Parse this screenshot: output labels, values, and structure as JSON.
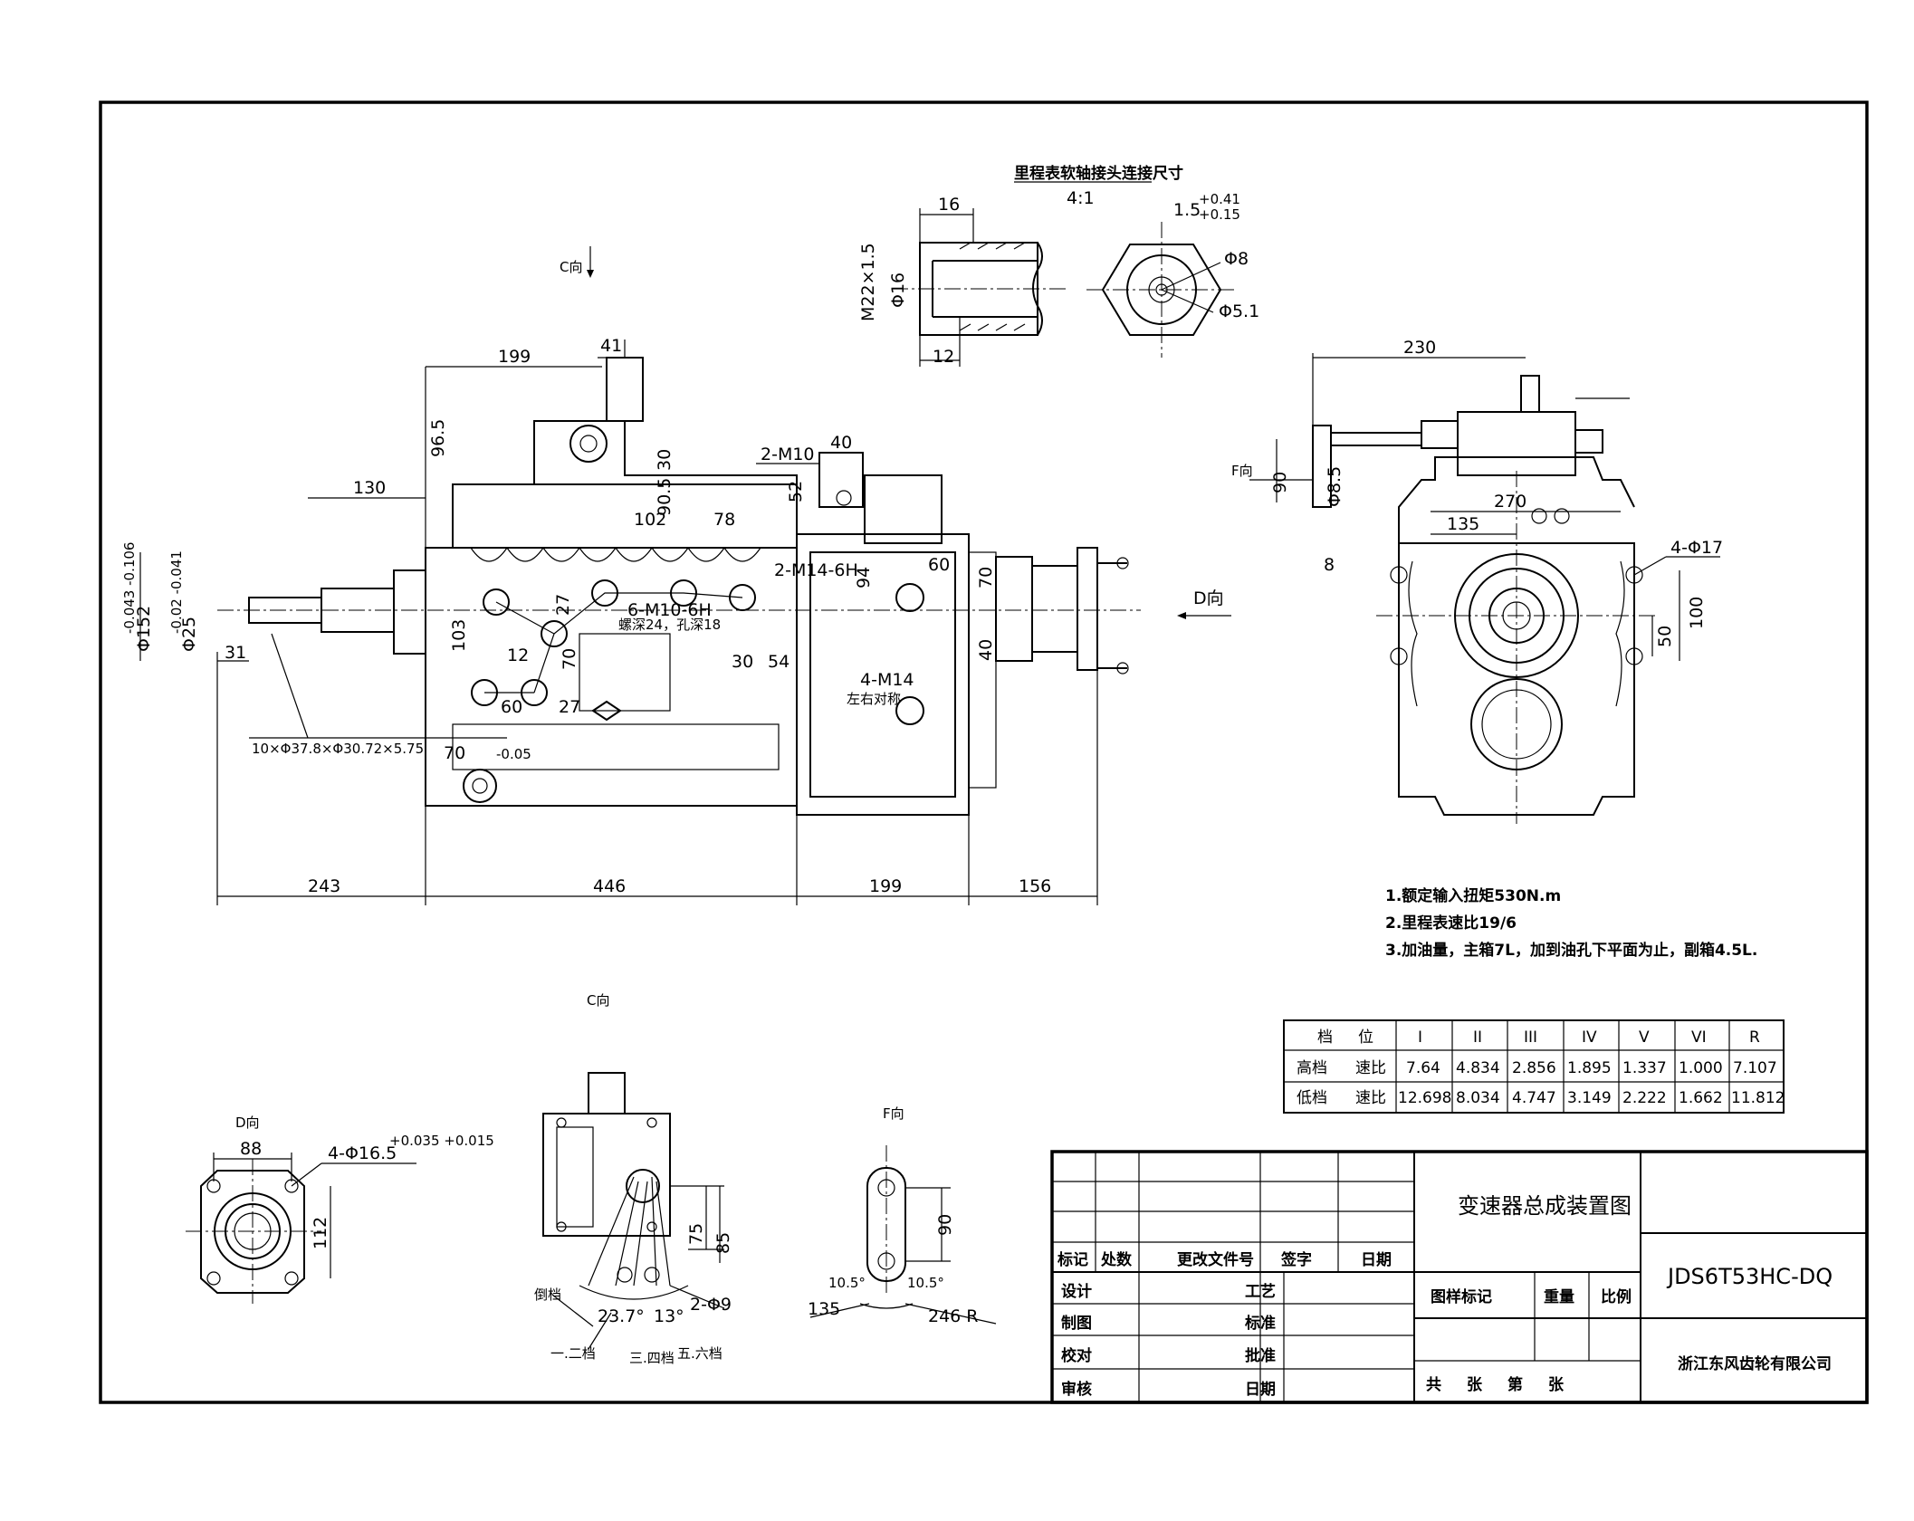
{
  "detail": {
    "title": "里程表软轴接头连接尺寸",
    "scale": "4:1",
    "dims": [
      "16",
      "M22×1.5",
      "Φ16",
      "12",
      "1.5",
      "+0.41",
      "+0.15",
      "Φ8",
      "Φ5.1"
    ]
  },
  "views": {
    "c_top": "C向",
    "c_bottom": "C向",
    "d_arrow": "D向",
    "f_arrow": "F向",
    "d_view": "D向",
    "f_view": "F向"
  },
  "main_dims": {
    "d199_top": "199",
    "d41": "41",
    "d96_5": "96.5",
    "d30": "30",
    "d130": "130",
    "d90_5": "90.5",
    "d102": "102",
    "d78": "78",
    "m10": "2-M10",
    "d40": "40",
    "d52": "52",
    "m14_6h": "2-M14-6H",
    "d94": "94",
    "d60r": "60",
    "d70r": "70",
    "d40r": "40",
    "m10_6h": "6-M10-6H",
    "depth": "螺深24，孔深18",
    "d27a": "27",
    "d12": "12",
    "d103": "103",
    "d70m": "70",
    "d60": "60",
    "d27b": "27",
    "d70b": "70",
    "d30b": "30",
    "d54": "54",
    "m14": "4-M14",
    "sym": "左右对称",
    "phi152": "Φ152",
    "tol152": "-0.043 -0.106",
    "phi25": "Φ25",
    "tol25": "-0.02 -0.041",
    "d31": "31",
    "spline": "10×Φ37.8×Φ30.72×5.75",
    "spline_tol": "-0.05",
    "d243": "243",
    "d446": "446",
    "d199": "199",
    "d156": "156"
  },
  "side_dims": {
    "d230": "230",
    "d90": "90",
    "phi8_5": "Φ8.5",
    "d8": "8",
    "d270": "270",
    "d135": "135",
    "holes": "4-Φ17",
    "d100": "100",
    "d50": "50"
  },
  "notes": [
    "1.额定输入扭矩530N.m",
    "2.里程表速比19/6",
    "3.加油量，主箱7L，加到油孔下平面为止，副箱4.5L."
  ],
  "ratio_table": {
    "header": [
      "档",
      "位",
      "I",
      "II",
      "III",
      "IV",
      "V",
      "VI",
      "R"
    ],
    "rows": [
      {
        "name": "高档",
        "label": "速比",
        "values": [
          "7.64",
          "4.834",
          "2.856",
          "1.895",
          "1.337",
          "1.000",
          "7.107"
        ]
      },
      {
        "name": "低档",
        "label": "速比",
        "values": [
          "12.698",
          "8.034",
          "4.747",
          "3.149",
          "2.222",
          "1.662",
          "11.812"
        ]
      }
    ]
  },
  "d_view_dims": {
    "d88": "88",
    "holes": "4-Φ16.5",
    "tol": "+0.035 +0.015",
    "d112": "112"
  },
  "c_view_dims": {
    "d75": "75",
    "d85": "85",
    "a23": "23.7°",
    "a13": "13°",
    "phi9": "2-Φ9",
    "g_rev": "倒档",
    "g12": "一.二档",
    "g34": "三.四档",
    "g56": "五.六档"
  },
  "f_view_dims": {
    "d90": "90",
    "a_l": "10.5°",
    "a_r": "10.5°",
    "d135": "135",
    "d246": "246 R"
  },
  "title_block": {
    "drawing_name": "变速器总成装置图",
    "drawing_no": "JDS6T53HC-DQ",
    "company": "浙江东风齿轮有限公司",
    "rev_headers": [
      "标记",
      "处数",
      "更改文件号",
      "签字",
      "日期"
    ],
    "left_labels": [
      "设计",
      "制图",
      "校对",
      "审核"
    ],
    "mid_labels": [
      "工艺",
      "标准",
      "批准",
      "日期"
    ],
    "mark_headers": [
      "图样标记",
      "重量",
      "比例"
    ],
    "sheets": [
      "共",
      "张",
      "第",
      "张"
    ]
  }
}
